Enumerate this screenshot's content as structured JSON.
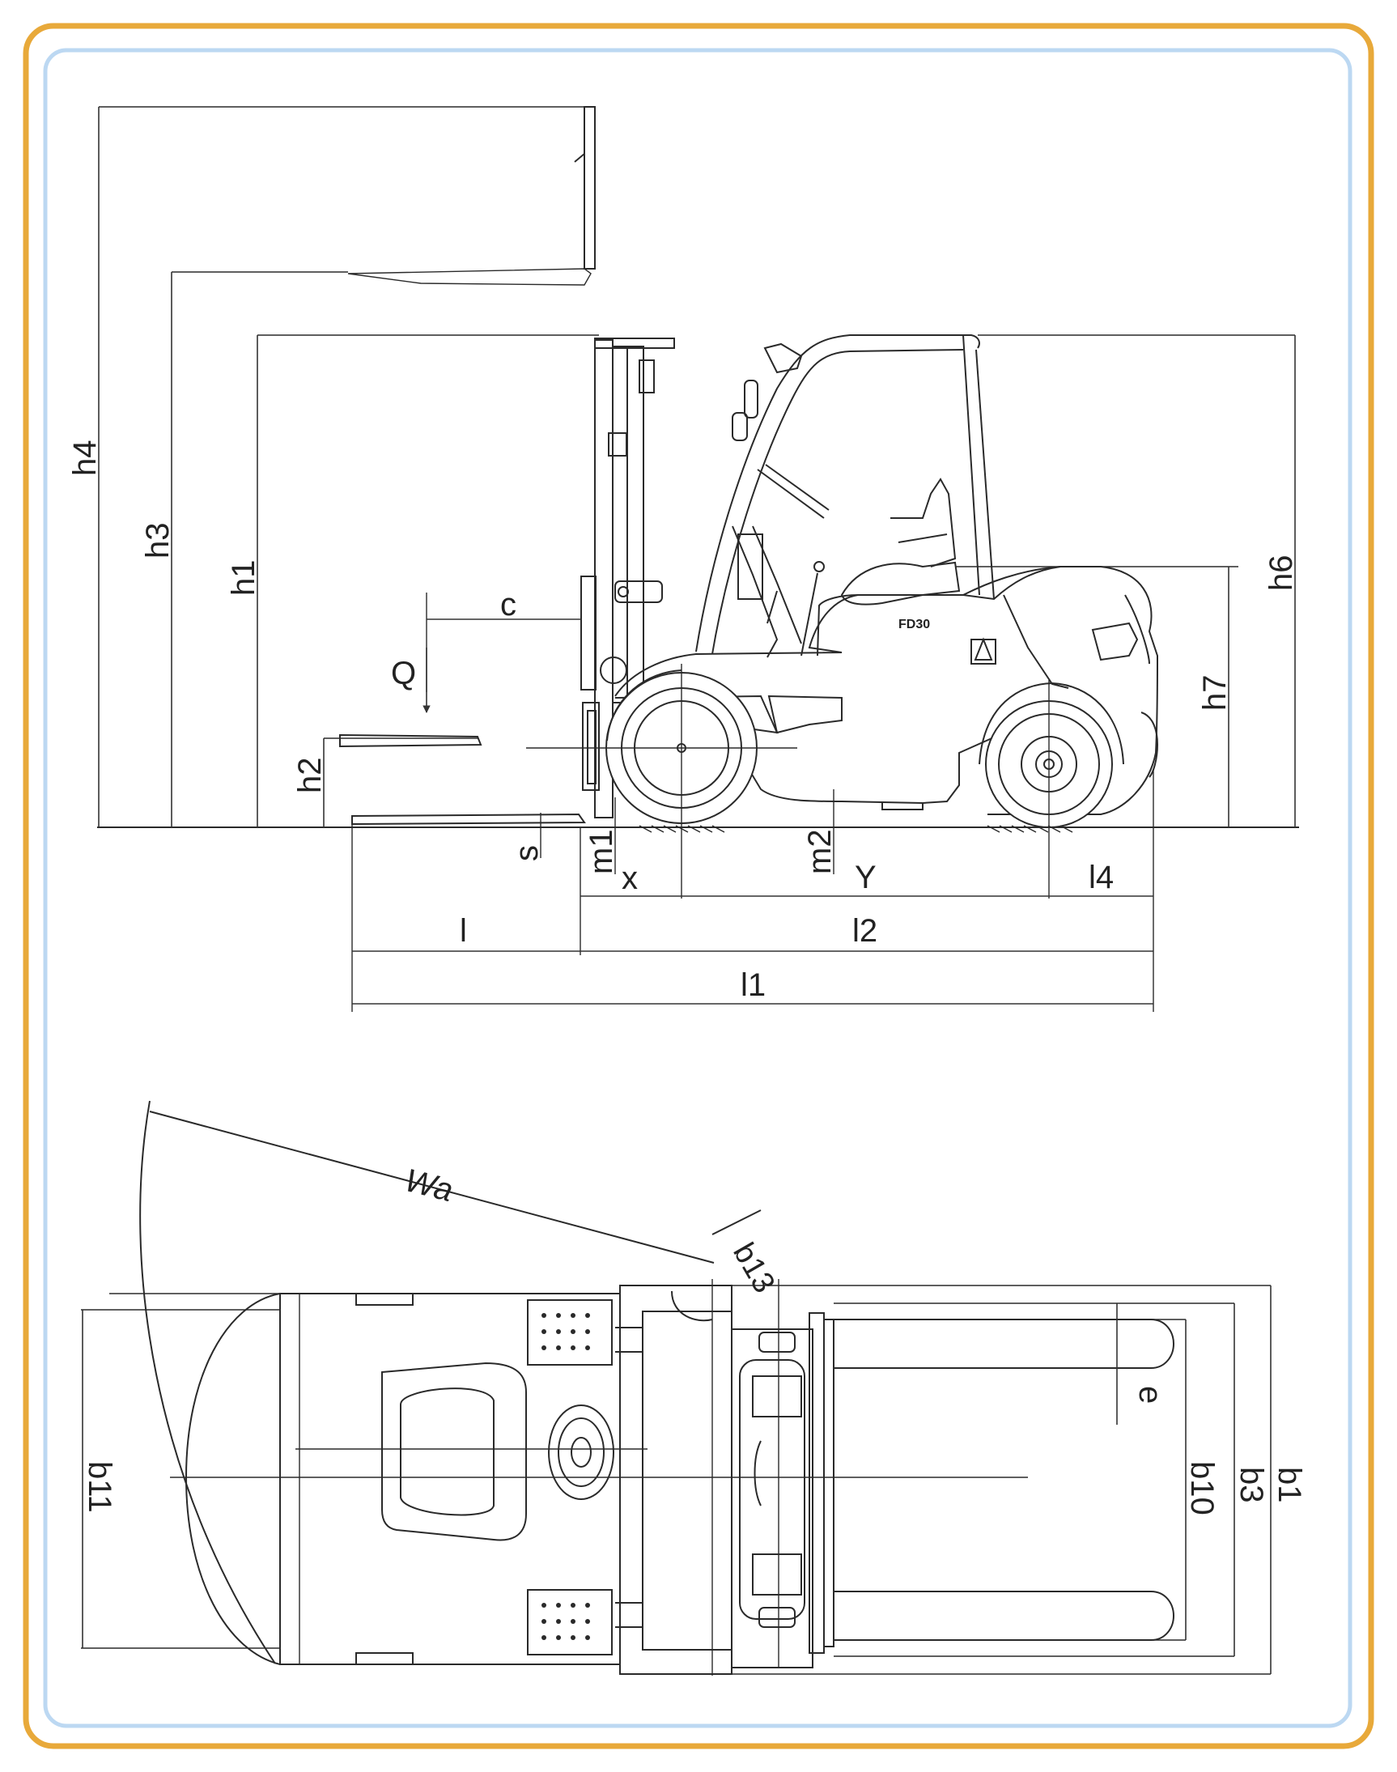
{
  "side_view": {
    "labels": {
      "h4": "h4",
      "h3": "h3",
      "h1": "h1",
      "h2": "h2",
      "h6": "h6",
      "h7": "h7",
      "c": "c",
      "Q": "Q",
      "s": "s",
      "m1": "m1",
      "m2": "m2",
      "x": "x",
      "Y": "Y",
      "l4": "l4",
      "l": "l",
      "l2": "l2",
      "l1": "l1"
    },
    "model_badge": "FD30"
  },
  "top_view": {
    "labels": {
      "Wa": "Wa",
      "b13": "b13",
      "e": "e",
      "b10": "b10",
      "b3": "b3",
      "b1": "b1",
      "b11": "b11"
    }
  },
  "colors": {
    "outer_frame": "#e8a93a",
    "inner_frame": "#bcd8f2",
    "line": "#2a2a2a"
  }
}
